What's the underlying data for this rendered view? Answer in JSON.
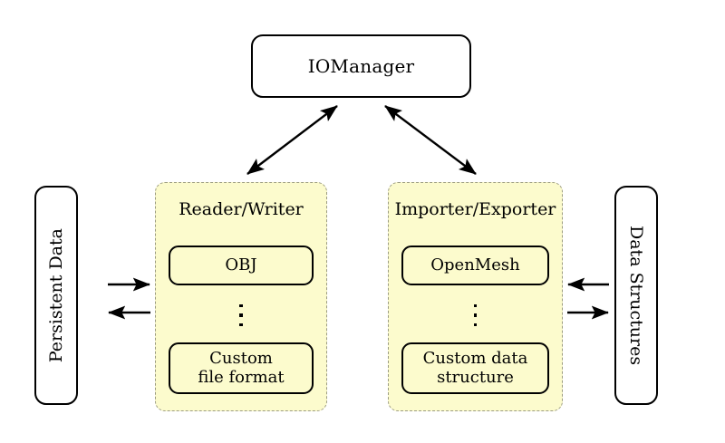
{
  "diagram": {
    "title_node": {
      "label": "IOManager"
    },
    "left_node": {
      "label": "Persistent Data"
    },
    "right_node": {
      "label": "Data Structures"
    },
    "panels": [
      {
        "title": "Reader/Writer",
        "top_item": "OBJ",
        "ellipsis": "⋮",
        "bottom_item_line1": "Custom",
        "bottom_item_line2": "file format"
      },
      {
        "title": "Importer/Exporter",
        "top_item": "OpenMesh",
        "ellipsis": "⋮",
        "bottom_item_line1": "Custom data",
        "bottom_item_line2": "structure"
      }
    ],
    "colors": {
      "panel_fill": "#fcfbcd",
      "panel_border": "#9c9c82",
      "node_border": "#000000",
      "node_fill": "#ffffff",
      "text": "#000000",
      "background": "#ffffff"
    },
    "edges": [
      {
        "name": "iomanager-to-readerwriter",
        "style": "double-arrow"
      },
      {
        "name": "iomanager-to-importerexporter",
        "style": "double-arrow"
      },
      {
        "name": "persistent-data-to-readerwriter",
        "style": "arrow-right"
      },
      {
        "name": "readerwriter-to-persistent-data",
        "style": "arrow-left"
      },
      {
        "name": "importerexporter-to-data-structures",
        "style": "arrow-right"
      },
      {
        "name": "data-structures-to-importerexporter",
        "style": "arrow-left"
      }
    ]
  }
}
